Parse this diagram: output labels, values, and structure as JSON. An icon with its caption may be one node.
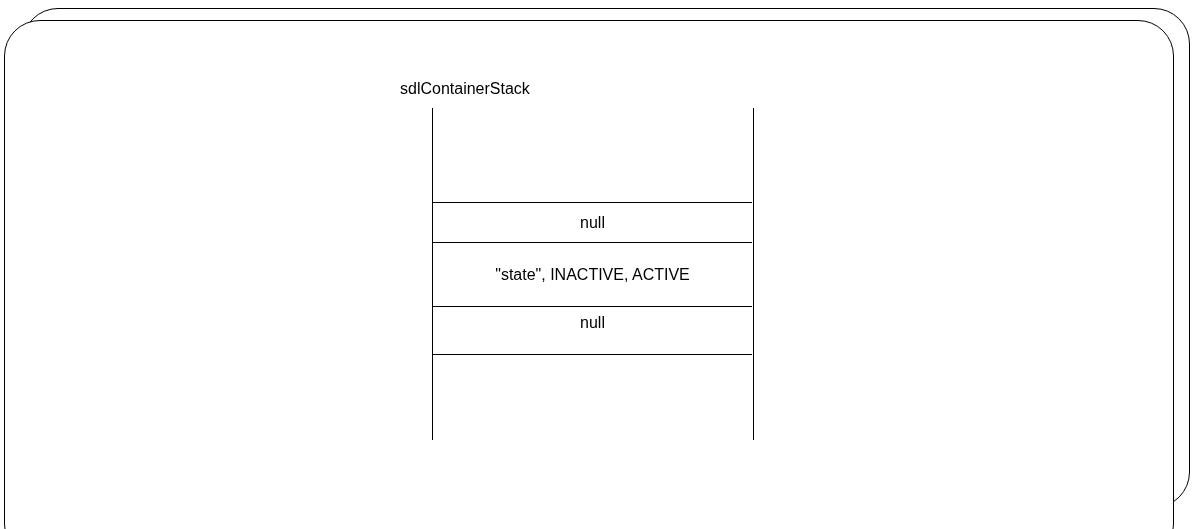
{
  "diagram": {
    "nodes": [
      {
        "text": [
          "sdlContainerStack"
        ]
      },
      {
        "text": [
          "null"
        ],
        "in": 0
      },
      {
        "text": [
          "\"state\", INACTIVE, ACTIVE"
        ],
        "in": 0
      },
      {
        "text": [
          "null"
        ],
        "in": 0
      }
    ]
  }
}
